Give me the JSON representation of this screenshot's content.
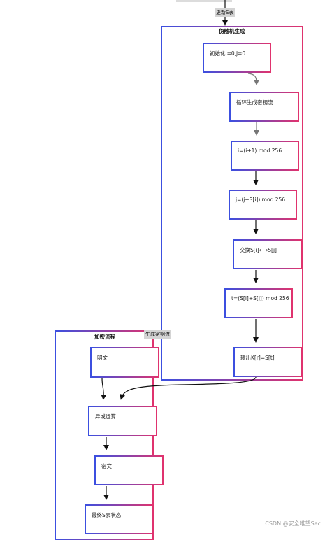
{
  "labels": {
    "top_edge": "更新S表",
    "cross_edge": "生成密钥流"
  },
  "groups": {
    "prng": {
      "title": "伪随机生成"
    },
    "encrypt": {
      "title": "加密流程"
    }
  },
  "nodes": {
    "init": "初始化i=0,j=0",
    "loop": "循环生成密钥流",
    "step_i": "i=(i+1) mod 256",
    "step_j": "j=(j+S[i]) mod 256",
    "swap": "交换S[i]←→S[j]",
    "step_t": "t=(S[i]+S[j]) mod 256",
    "output": "输出K[r]=S[t]",
    "plaintext": "明文",
    "xor": "异或运算",
    "ciphertext": "密文",
    "final_state": "最终S表状态"
  },
  "footer": {
    "watermark": "CSDN @安全唯望Sec"
  }
}
